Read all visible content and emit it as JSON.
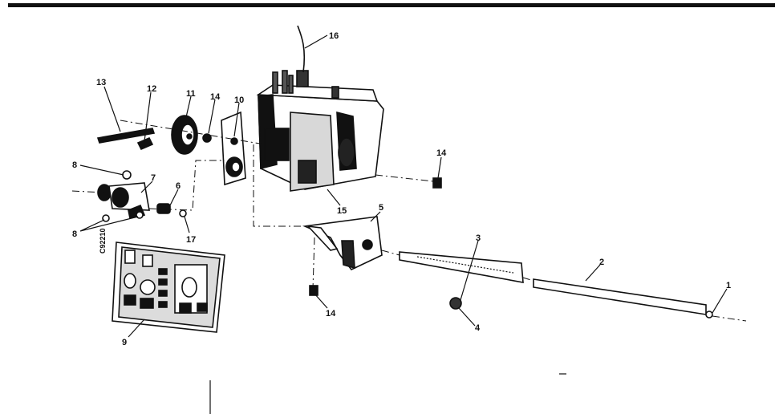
{
  "diagram": {
    "drawing_code": "C92210",
    "callouts": [
      "1",
      "2",
      "3",
      "4",
      "5",
      "6",
      "7",
      "8",
      "8",
      "9",
      "10",
      "11",
      "12",
      "13",
      "14",
      "14",
      "14",
      "15",
      "16",
      "17"
    ]
  }
}
